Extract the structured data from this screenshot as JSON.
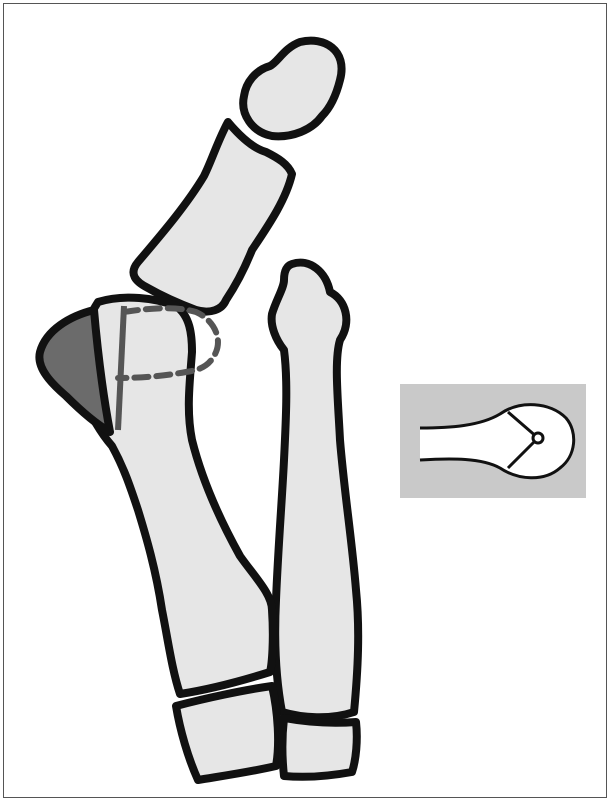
{
  "figure": {
    "colors": {
      "background": "#ffffff",
      "frame": "#555555",
      "bone_fill": "#e6e6e6",
      "bone_outline": "#111111",
      "resected_fragment": "#6b6b6b",
      "osteotomy_line": "#555555",
      "inset_background": "#c9c9c9",
      "inset_bone_fill": "#ffffff"
    },
    "bones": [
      {
        "name": "distal-phalanx"
      },
      {
        "name": "proximal-phalanx"
      },
      {
        "name": "first-metatarsal"
      },
      {
        "name": "second-metatarsal"
      },
      {
        "name": "medial-cuneiform"
      },
      {
        "name": "intermediate-cuneiform"
      }
    ],
    "annotations": [
      {
        "name": "resected-medial-eminence",
        "style": "dark-shaded-wedge"
      },
      {
        "name": "osteotomy-cut",
        "style": "dashed-line"
      }
    ],
    "inset": {
      "name": "metatarsal-head-cross-section",
      "style": "v-shaped-cut-with-pivot"
    }
  }
}
